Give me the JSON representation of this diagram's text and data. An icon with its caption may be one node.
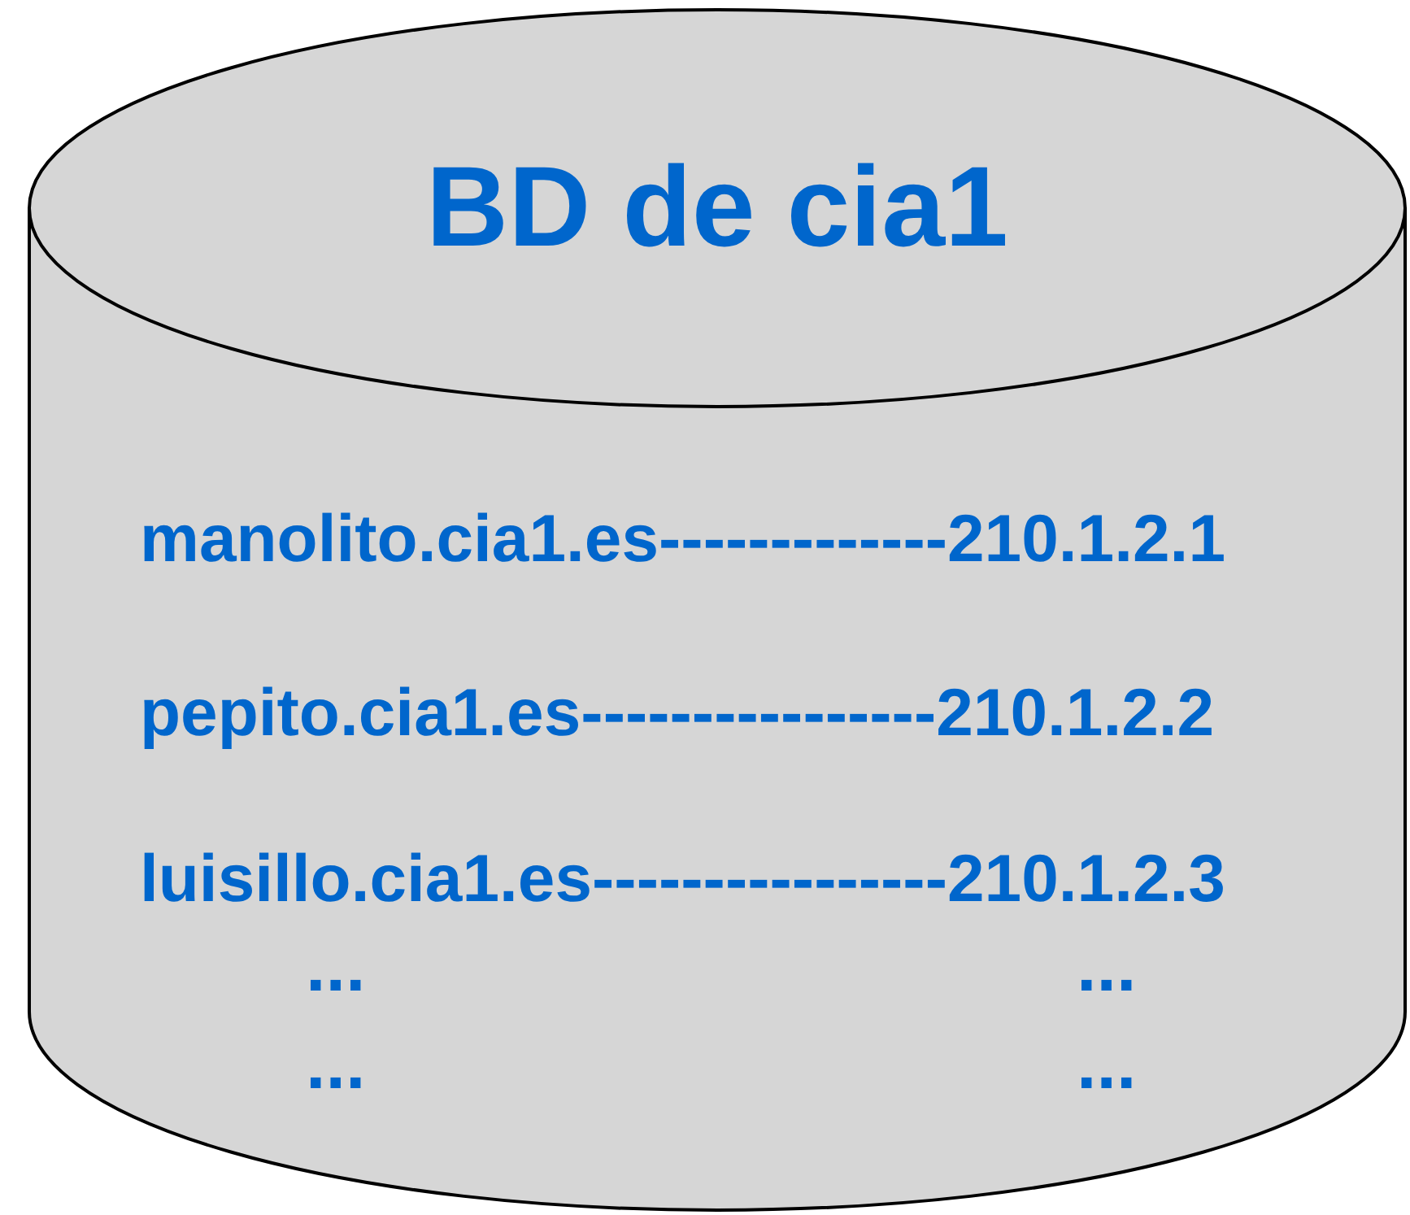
{
  "diagram": {
    "nodes": [
      {
        "text": [
          "BD de cia1"
        ]
      }
    ],
    "labels": [
      "manolito.cia1.es-------------210.1.2.1",
      "pepito.cia1.es----------------210.1.2.2",
      "luisillo.cia1.es----------------210.1.2.3",
      "...",
      "...",
      "...",
      "..."
    ]
  }
}
